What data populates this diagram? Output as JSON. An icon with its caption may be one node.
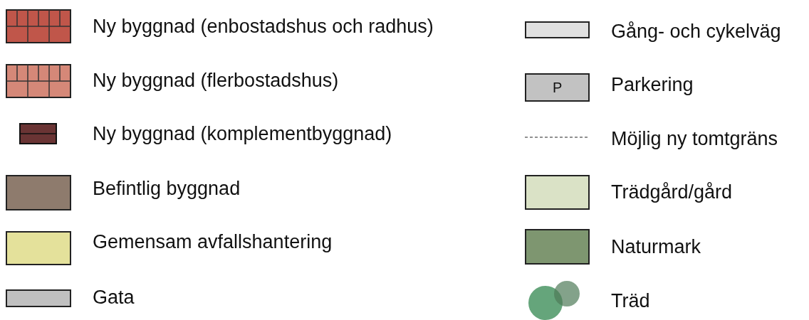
{
  "diagram": {
    "labels": [
      "P"
    ],
    "legend": [
      {
        "text": "Ny byggnad (enbostadshus och radhus)"
      },
      {
        "text": "Ny byggnad (flerbostadshus)"
      },
      {
        "text": "Ny byggnad (komplementbyggnad)"
      },
      {
        "text": "Befintlig byggnad",
        "color": "#8e7b6d"
      },
      {
        "text": "Gemensam avfallshantering",
        "color": "#e4e19b"
      },
      {
        "text": "Gata",
        "color": "#c0c0c0"
      },
      {
        "text": "Gång- och cykelväg",
        "color": "#e0e0e0"
      },
      {
        "text": "Parkering",
        "color": "#c2c2c2"
      },
      {
        "text": "Möjlig ny tomtgräns"
      },
      {
        "text": "Trädgård/gård",
        "color": "#dae2c6"
      },
      {
        "text": "Naturmark",
        "color": "#7e9670"
      },
      {
        "text": "Träd"
      }
    ]
  }
}
